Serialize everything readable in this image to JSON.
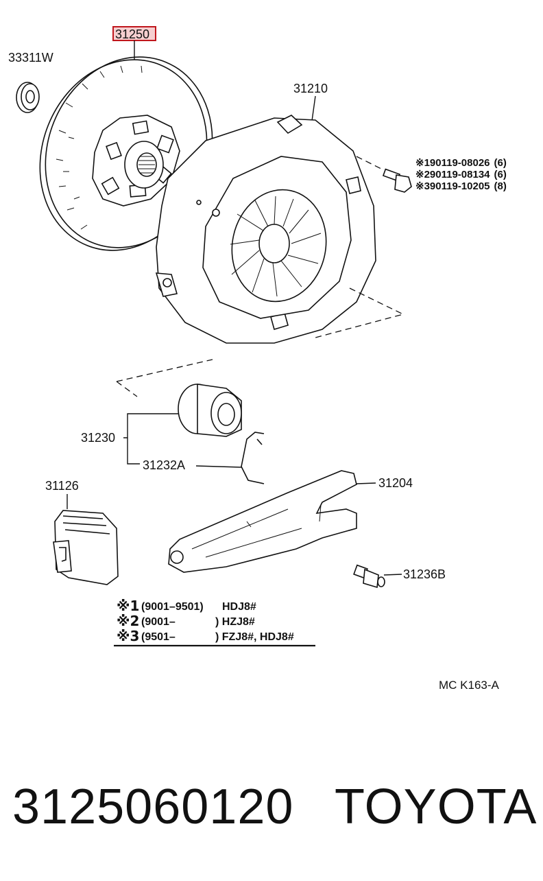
{
  "callouts": {
    "clutch_disc": "31250",
    "pilot_bearing": "33311W",
    "clutch_cover": "31210",
    "release_bearing_hub": "31230",
    "release_bearing_clip": "31232A",
    "release_fork": "31204",
    "fork_boot": "31126",
    "fork_support": "31236B"
  },
  "bolts": [
    {
      "mark": "※1",
      "part": "90119-08026",
      "qty": "(6)"
    },
    {
      "mark": "※2",
      "part": "90119-08134",
      "qty": "(6)"
    },
    {
      "mark": "※3",
      "part": "90119-10205",
      "qty": "(8)"
    }
  ],
  "notes": [
    {
      "mark": "※1",
      "range": "(9001–9501)",
      "models": "HDJ8#"
    },
    {
      "mark": "※2",
      "range": "(9001–",
      "models": ") HZJ8#"
    },
    {
      "mark": "※3",
      "range": "(9501–",
      "models": ") FZJ8#, HDJ8#"
    }
  ],
  "diagram_code": "MC  K163-A",
  "footer": {
    "part_number": "3125060120",
    "brand": "TOYOTA"
  },
  "highlight_color": "#c0161c"
}
